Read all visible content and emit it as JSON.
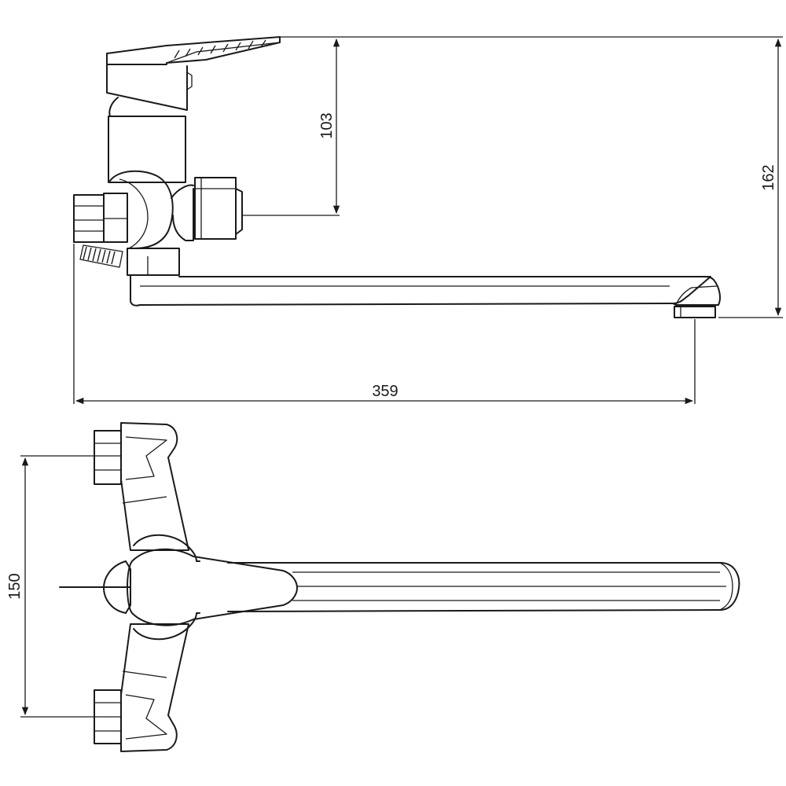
{
  "dimensions": {
    "total_height": "162",
    "handle_to_outlet": "103",
    "spout_reach": "359",
    "inlet_spacing": "150"
  }
}
